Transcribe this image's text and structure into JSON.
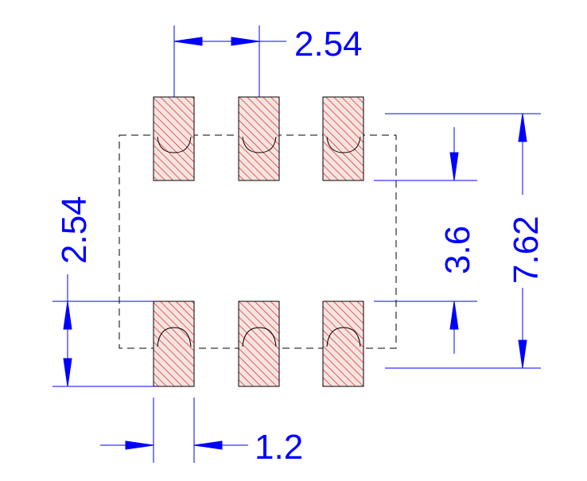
{
  "colors": {
    "dimension": "#0000ff",
    "pad_fill": "#f2dcd7",
    "pad_hatch": "#e03a3a",
    "outline": "#000000"
  },
  "dimensions": {
    "pitch_top": "2.54",
    "pitch_left": "2.54",
    "pad_length": "3.6",
    "overall_span": "7.62",
    "pad_width": "1.2"
  }
}
